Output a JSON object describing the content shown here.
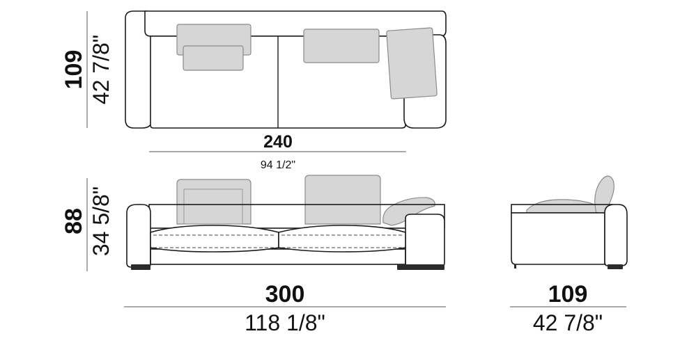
{
  "dimensions": {
    "top_depth_cm": "109",
    "top_depth_in": "42 7/8\"",
    "top_width_cm": "240",
    "top_width_in": "94 1/2\"",
    "front_height_cm": "88",
    "front_height_in": "34 5/8\"",
    "front_width_cm": "300",
    "front_width_in": "118 1/8\"",
    "side_depth_cm": "109",
    "side_depth_in": "42 7/8\""
  },
  "colors": {
    "outline": "#1a1a1a",
    "pillow_fill": "#d6d6d6",
    "dimension_line": "#555555",
    "foot_fill": "#2b2b2b"
  }
}
